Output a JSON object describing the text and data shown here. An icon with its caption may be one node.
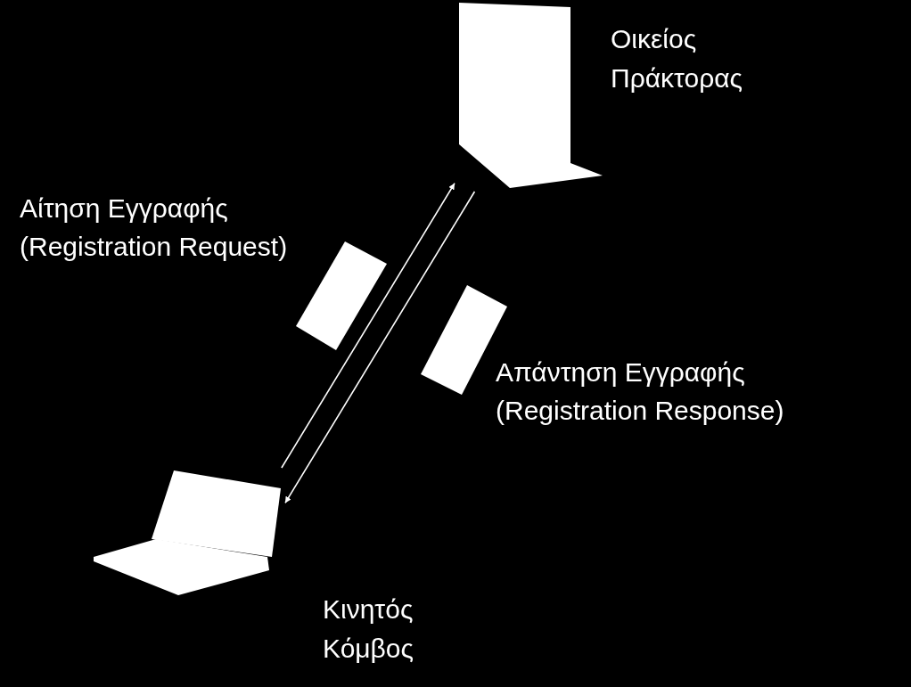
{
  "diagram": {
    "nodes": [
      {
        "text": [],
        "shape": "server",
        "beside": [
          "Οικείος Πράκτορας"
        ]
      },
      {
        "text": [],
        "shape": "laptop",
        "beside": [
          "Κινητός Κόμβος"
        ]
      }
    ],
    "edges": [
      {
        "from": 1,
        "to": 0,
        "arrow": "to",
        "label": "Αίτηση Εγγραφής (Registration Request)"
      },
      {
        "from": 0,
        "to": 1,
        "arrow": "to",
        "label": "Απάντηση Εγγραφής (Registration Response)"
      }
    ]
  }
}
